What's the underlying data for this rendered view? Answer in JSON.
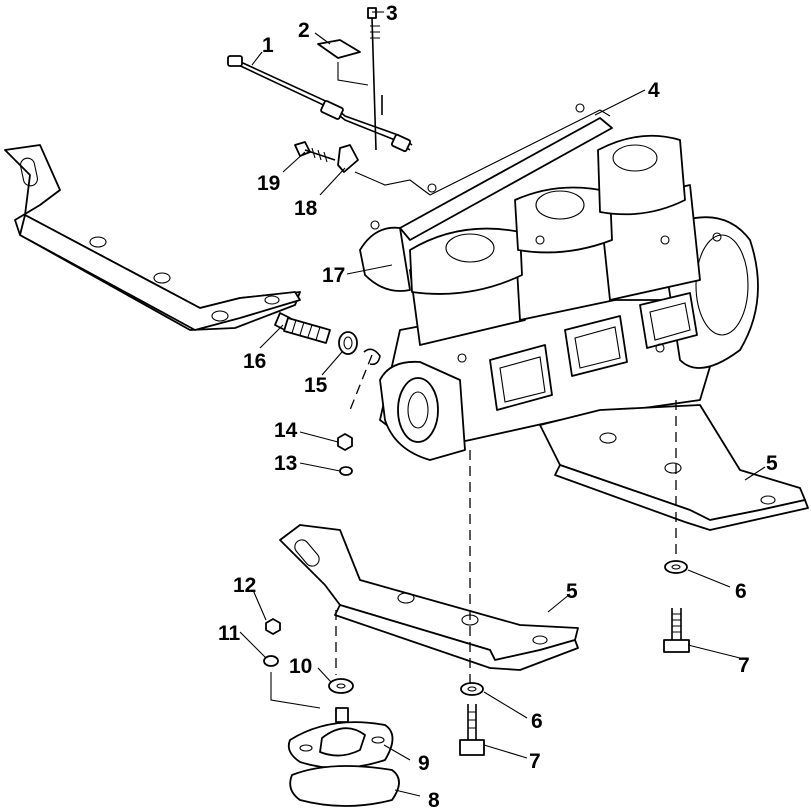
{
  "callouts": [
    {
      "id": "1",
      "text": "1"
    },
    {
      "id": "2",
      "text": "2"
    },
    {
      "id": "3",
      "text": "3"
    },
    {
      "id": "4",
      "text": "4"
    },
    {
      "id": "5a",
      "text": "5"
    },
    {
      "id": "5b",
      "text": "5"
    },
    {
      "id": "6a",
      "text": "6"
    },
    {
      "id": "6b",
      "text": "6"
    },
    {
      "id": "7a",
      "text": "7"
    },
    {
      "id": "7b",
      "text": "7"
    },
    {
      "id": "8",
      "text": "8"
    },
    {
      "id": "9",
      "text": "9"
    },
    {
      "id": "10",
      "text": "10"
    },
    {
      "id": "11",
      "text": "11"
    },
    {
      "id": "12",
      "text": "12"
    },
    {
      "id": "13",
      "text": "13"
    },
    {
      "id": "14",
      "text": "14"
    },
    {
      "id": "15",
      "text": "15"
    },
    {
      "id": "16",
      "text": "16"
    },
    {
      "id": "17",
      "text": "17"
    },
    {
      "id": "18",
      "text": "18"
    },
    {
      "id": "19",
      "text": "19"
    }
  ]
}
